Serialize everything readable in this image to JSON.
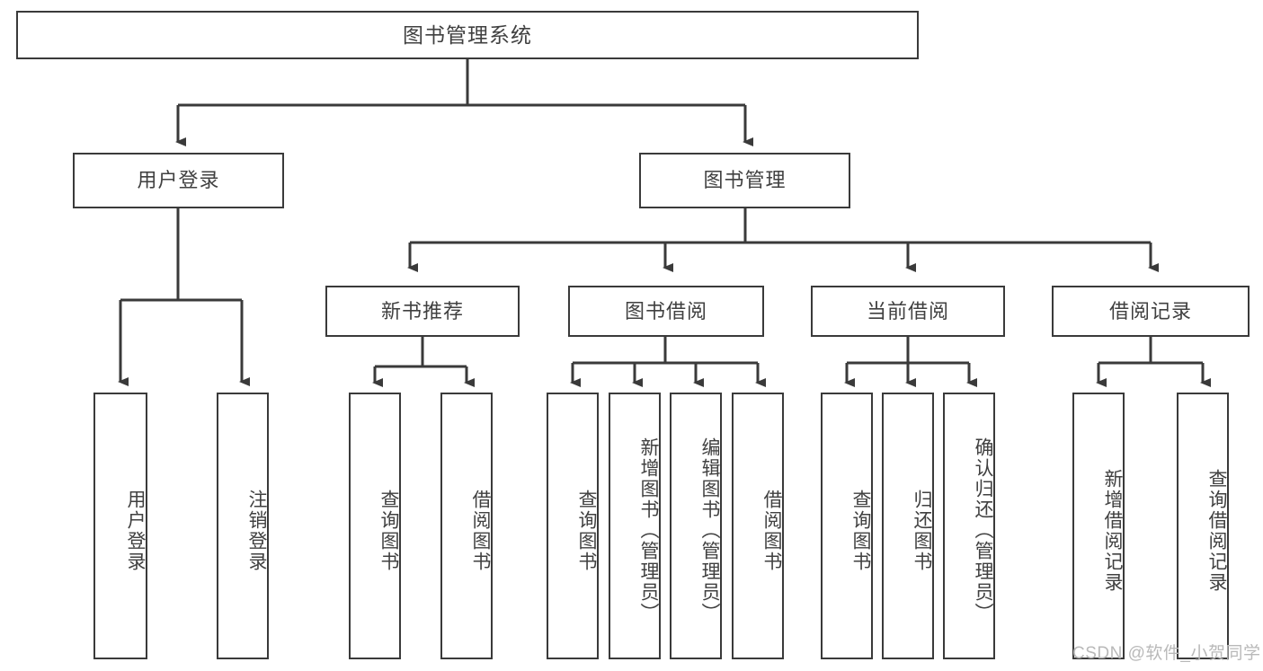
{
  "diagram": {
    "type": "hierarchy-tree",
    "title": "图书管理系统",
    "colors": {
      "box_border": "#3a3a3a",
      "box_fill": "#ffffff",
      "edge": "#3a3a3a",
      "text": "#404040",
      "watermark": "#b9b9b9",
      "background": "#ffffff"
    },
    "root": {
      "label": "图书管理系统"
    },
    "level2": [
      {
        "label": "用户登录"
      },
      {
        "label": "图书管理"
      }
    ],
    "level3": [
      {
        "label": "新书推荐"
      },
      {
        "label": "图书借阅"
      },
      {
        "label": "当前借阅"
      },
      {
        "label": "借阅记录"
      }
    ],
    "leaves": {
      "user_login": [
        {
          "label": "用户登录"
        },
        {
          "label": "注销登录"
        }
      ],
      "new_book_recommend": [
        {
          "label": "查询图书"
        },
        {
          "label": "借阅图书"
        }
      ],
      "book_borrow": [
        {
          "label": "查询图书"
        },
        {
          "label": "新增图书（管理员）"
        },
        {
          "label": "编辑图书（管理员）"
        },
        {
          "label": "借阅图书"
        }
      ],
      "current_borrow": [
        {
          "label": "查询图书"
        },
        {
          "label": "归还图书"
        },
        {
          "label": "确认归还（管理员）"
        }
      ],
      "borrow_record": [
        {
          "label": "新增借阅记录"
        },
        {
          "label": "查询借阅记录"
        }
      ]
    },
    "watermark": "CSDN @软件_小贺同学"
  }
}
